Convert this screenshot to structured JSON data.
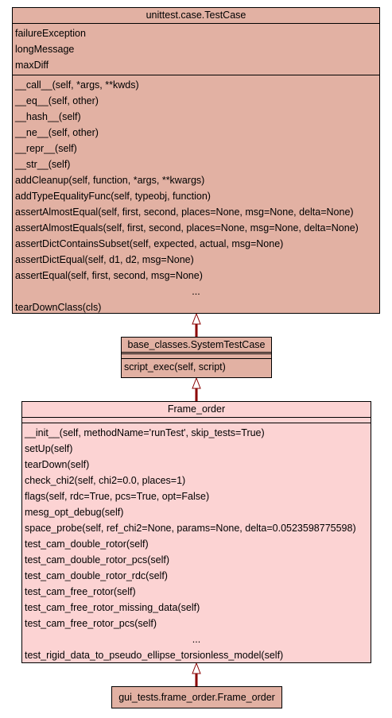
{
  "testcase": {
    "title": "unittest.case.TestCase",
    "attributes": [
      "failureException",
      "longMessage",
      "maxDiff"
    ],
    "methods": [
      "__call__(self, *args, **kwds)",
      "__eq__(self, other)",
      "__hash__(self)",
      "__ne__(self, other)",
      "__repr__(self)",
      "__str__(self)",
      "addCleanup(self, function, *args, **kwargs)",
      "addTypeEqualityFunc(self, typeobj, function)",
      "assertAlmostEqual(self, first, second, places=None, msg=None, delta=None)",
      "assertAlmostEquals(self, first, second, places=None, msg=None, delta=None)",
      "assertDictContainsSubset(self, expected, actual, msg=None)",
      "assertDictEqual(self, d1, d2, msg=None)",
      "assertEqual(self, first, second, msg=None)"
    ],
    "ellipsis": "...",
    "last_method": "tearDownClass(cls)"
  },
  "system_test_case": {
    "title": "base_classes.SystemTestCase",
    "methods": [
      "script_exec(self, script)"
    ]
  },
  "frame_order": {
    "title": "Frame_order",
    "methods": [
      "__init__(self, methodName='runTest', skip_tests=True)",
      "setUp(self)",
      "tearDown(self)",
      "check_chi2(self, chi2=0.0, places=1)",
      "flags(self, rdc=True, pcs=True, opt=False)",
      "mesg_opt_debug(self)",
      "space_probe(self, ref_chi2=None, params=None, delta=0.0523598775598)",
      "test_cam_double_rotor(self)",
      "test_cam_double_rotor_pcs(self)",
      "test_cam_double_rotor_rdc(self)",
      "test_cam_free_rotor(self)",
      "test_cam_free_rotor_missing_data(self)",
      "test_cam_free_rotor_pcs(self)"
    ],
    "ellipsis": "...",
    "last_method": "test_rigid_data_to_pseudo_ellipse_torsionless_model(self)"
  },
  "gui_frame_order": {
    "title": "gui_tests.frame_order.Frame_order"
  },
  "colors": {
    "dark_fill": "#e2b1a3",
    "light_fill": "#fcd3d3",
    "edge": "#8b0000"
  }
}
